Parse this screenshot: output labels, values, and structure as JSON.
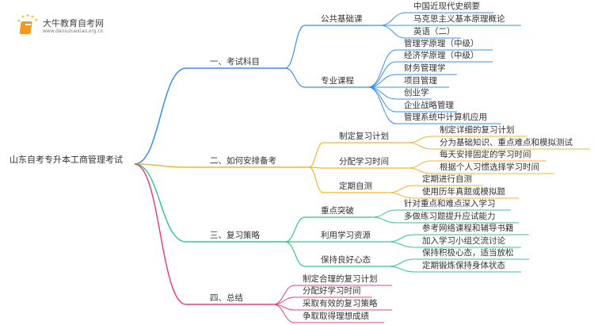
{
  "logo": {
    "name": "大牛教育自考网",
    "url": "www.daniuzuexiao.org.cn"
  },
  "colors": {
    "b1": "#3b8ef3",
    "b2": "#f5b52e",
    "b3": "#35c98b",
    "b4": "#ec3f7d",
    "root": "#e8407a"
  },
  "root": "山东自考专升本工商管理考试",
  "branches": [
    {
      "label": "一、考试科目",
      "children": [
        {
          "label": "公共基础课",
          "children": [
            "中国近现代史纲要",
            "马克思主义基本原理概论",
            "英语（二）"
          ]
        },
        {
          "label": "专业课程",
          "children": [
            "管理学原理（中级）",
            "经济学原理（中级）",
            "财务管理学",
            "项目管理",
            "创业学",
            "企业战略管理",
            "管理系统中计算机应用"
          ]
        }
      ]
    },
    {
      "label": "二、如何安排备考",
      "children": [
        {
          "label": "制定复习计划",
          "children": [
            "制定详细的复习计划",
            "分为基础知识、重点难点和模拟测试"
          ]
        },
        {
          "label": "分配学习时间",
          "children": [
            "每天安排固定的学习时间",
            "根据个人习惯选择学习时间"
          ]
        },
        {
          "label": "定期自测",
          "children": [
            "定期进行自测",
            "使用历年真题或模拟题"
          ]
        }
      ]
    },
    {
      "label": "三、复习策略",
      "children": [
        {
          "label": "重点突破",
          "children": [
            "针对重点和难点深入学习",
            "多做练习题提升应试能力"
          ]
        },
        {
          "label": "利用学习资源",
          "children": [
            "参考网络课程和辅导书籍",
            "加入学习小组交流讨论"
          ]
        },
        {
          "label": "保持良好心态",
          "children": [
            "保持积极心态，适当放松",
            "定期锻炼保持身体状态"
          ]
        }
      ]
    },
    {
      "label": "四、总结",
      "children": [
        "制定合理的复习计划",
        "分配好学习时间",
        "采取有效的复习策略",
        "争取取得理想成绩"
      ]
    }
  ]
}
